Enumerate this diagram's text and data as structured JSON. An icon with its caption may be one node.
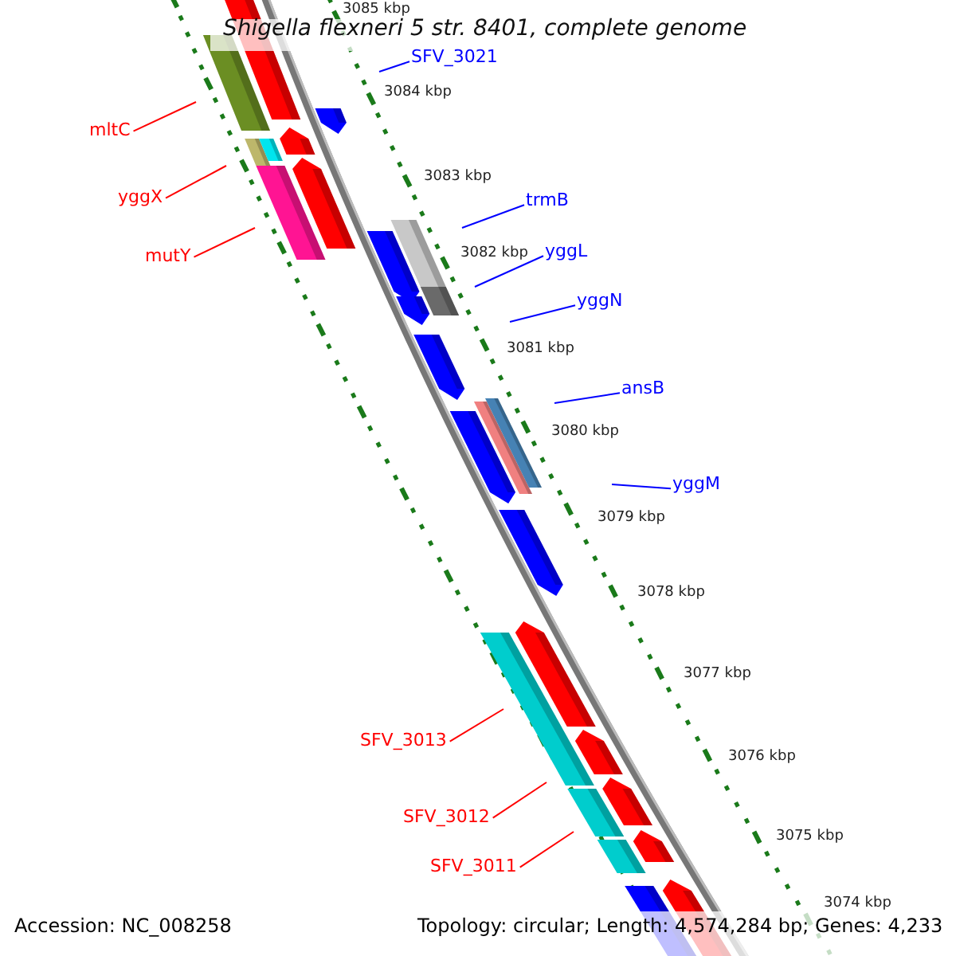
{
  "diagram": {
    "title": "Shigella flexneri 5 str. 8401, complete genome",
    "nodes": [
      {
        "text": [
          "SFV_3021"
        ]
      },
      {
        "text": [
          "mltC"
        ]
      },
      {
        "text": [
          "trmB"
        ]
      },
      {
        "text": [
          "yggX"
        ]
      },
      {
        "text": [
          "yggL"
        ]
      },
      {
        "text": [
          "mutY"
        ]
      },
      {
        "text": [
          "yggN"
        ]
      },
      {
        "text": [
          "ansB"
        ]
      },
      {
        "text": [
          "yggM"
        ]
      },
      {
        "text": [
          "SFV_3013"
        ]
      },
      {
        "text": [
          "SFV_3012"
        ]
      },
      {
        "text": [
          "SFV_3011"
        ]
      }
    ],
    "edges": [
      {
        "from": 0,
        "to": null,
        "arrow": "none"
      },
      {
        "from": 1,
        "to": null,
        "arrow": "none",
        "color": "#ff0000"
      },
      {
        "from": 2,
        "to": null,
        "arrow": "none"
      },
      {
        "from": 3,
        "to": null,
        "arrow": "none",
        "color": "#ff0000"
      },
      {
        "from": 4,
        "to": null,
        "arrow": "none"
      },
      {
        "from": 5,
        "to": null,
        "arrow": "none",
        "color": "#ff0000"
      },
      {
        "from": 6,
        "to": null,
        "arrow": "none"
      },
      {
        "from": 7,
        "to": null,
        "arrow": "none"
      },
      {
        "from": 8,
        "to": null,
        "arrow": "none"
      },
      {
        "from": 9,
        "to": null,
        "arrow": "none",
        "color": "#ff0000"
      },
      {
        "from": 10,
        "to": null,
        "arrow": "none",
        "color": "#ff0000"
      },
      {
        "from": 11,
        "to": null,
        "arrow": "none",
        "color": "#ff0000"
      }
    ],
    "labels": [
      "3085 kbp",
      "3084 kbp",
      "3083 kbp",
      "3082 kbp",
      "3081 kbp",
      "3080 kbp",
      "3079 kbp",
      "3078 kbp",
      "3077 kbp",
      "3076 kbp",
      "3075 kbp",
      "3074 kbp",
      "Accession: NC_008258",
      "Topology: circular; Length: 4,574,284 bp; Genes: 4,233"
    ]
  }
}
